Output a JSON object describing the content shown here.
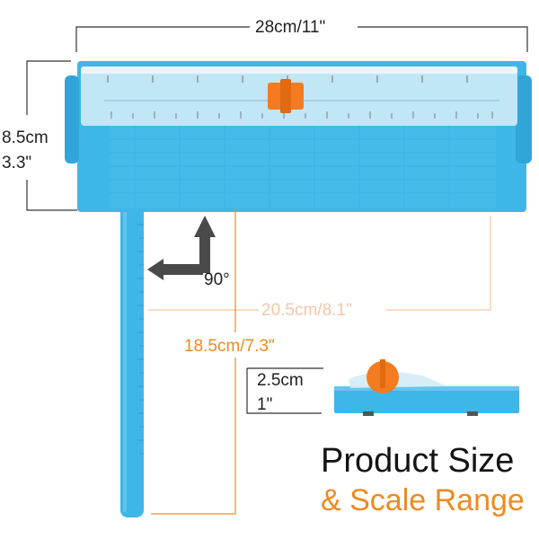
{
  "dimensions": {
    "width_label": "28cm/11\"",
    "height_cm": "8.5cm",
    "height_in": "3.3\"",
    "cut_length": "20.5cm/8.1\"",
    "arm_length": "18.5cm/7.3\"",
    "angle": "90°",
    "thickness_cm": "2.5cm",
    "thickness_in": "1\""
  },
  "heading": {
    "line1": "Product Size",
    "line2": "& Scale Range"
  },
  "colors": {
    "body_blue": "#3fb6e8",
    "blade_orange": "#f47b20",
    "accent_orange": "#f08a1c",
    "accent_peach": "#f3c7a6"
  }
}
